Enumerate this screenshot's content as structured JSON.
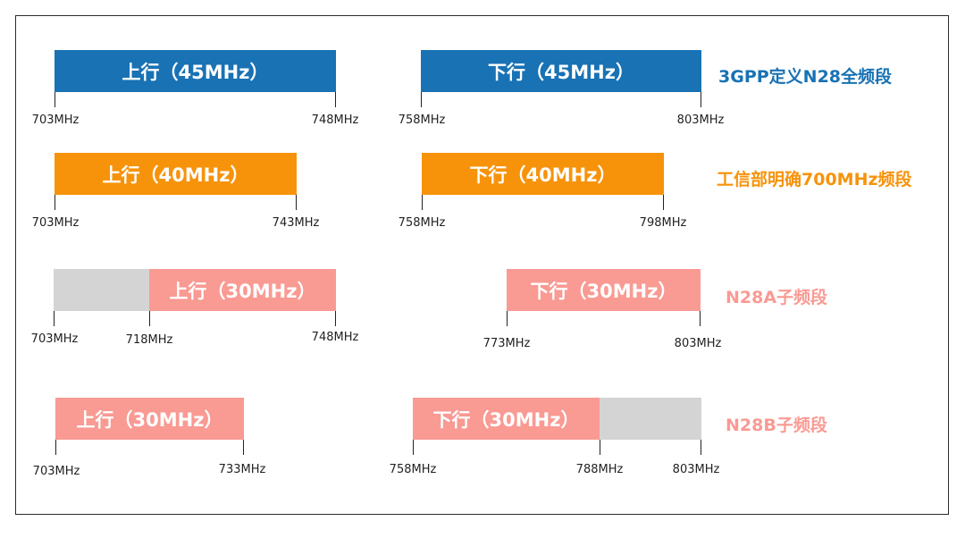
{
  "colors": {
    "blue": "#1872b4",
    "orange": "#f7930b",
    "pink": "#f99a93",
    "gray": "#d4d4d4"
  },
  "rows": [
    {
      "label": "3GPP定义N28全频段",
      "uplink_label": "上行（45MHz）",
      "uplink_start": "703MHz",
      "uplink_end": "748MHz",
      "downlink_label": "下行（45MHz）",
      "downlink_start": "758MHz",
      "downlink_end": "803MHz"
    },
    {
      "label": "工信部明确700MHz频段",
      "uplink_label": "上行（40MHz）",
      "uplink_start": "703MHz",
      "uplink_end": "743MHz",
      "downlink_label": "下行（40MHz）",
      "downlink_start": "758MHz",
      "downlink_end": "798MHz"
    },
    {
      "label": "N28A子频段",
      "uplink_label": "上行（30MHz）",
      "uplink_range_start": "703MHz",
      "uplink_start": "718MHz",
      "uplink_end": "748MHz",
      "downlink_label": "下行（30MHz）",
      "downlink_start": "773MHz",
      "downlink_end": "803MHz"
    },
    {
      "label": "N28B子频段",
      "uplink_label": "上行（30MHz）",
      "uplink_start": "703MHz",
      "uplink_end": "733MHz",
      "downlink_label": "下行（30MHz）",
      "downlink_start": "758MHz",
      "downlink_end": "788MHz",
      "downlink_range_end": "803MHz"
    }
  ]
}
